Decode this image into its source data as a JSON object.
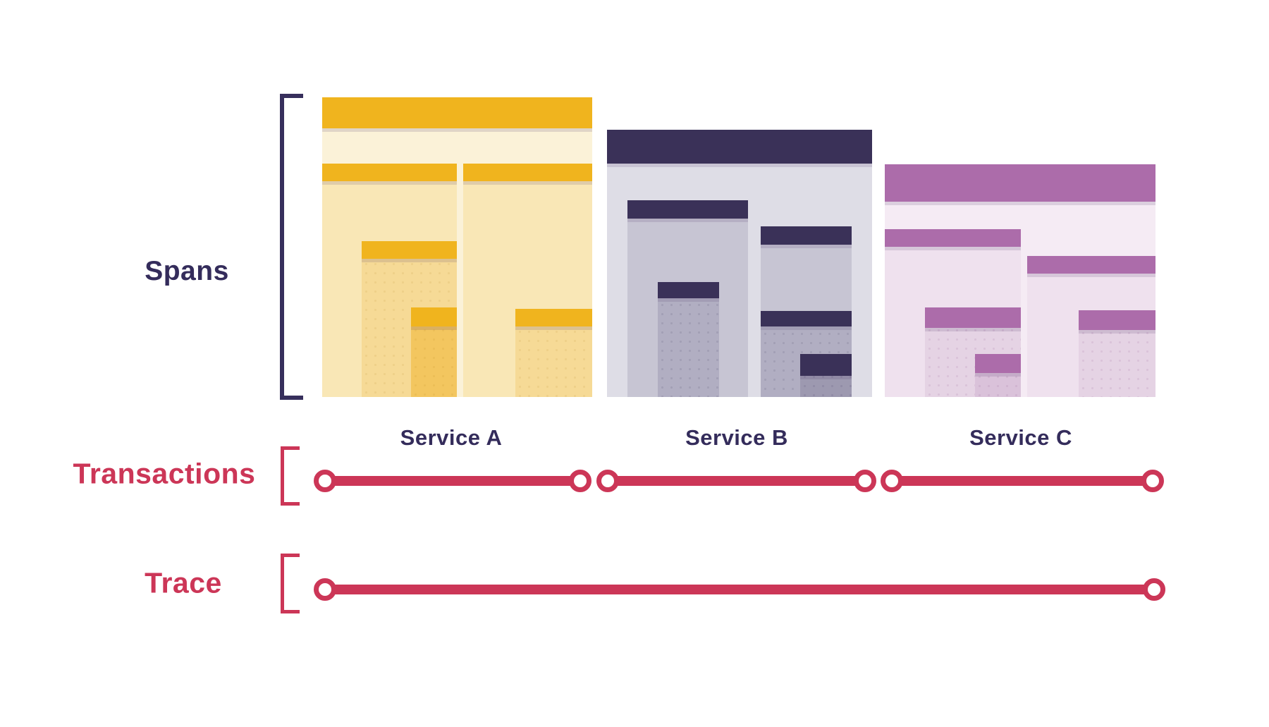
{
  "title": "Distributed tracing diagram: spans, transactions and trace across services",
  "labels": {
    "spans": "Spans",
    "transactions": "Transactions",
    "trace": "Trace"
  },
  "services": [
    {
      "name": "Service A",
      "palette": "gold",
      "bar_color": "#F0B41E",
      "span_count": 6
    },
    {
      "name": "Service B",
      "palette": "navy",
      "bar_color": "#3A3158",
      "span_count": 6
    },
    {
      "name": "Service C",
      "palette": "purple",
      "bar_color": "#AC6CAA",
      "span_count": 6
    }
  ],
  "colors": {
    "text_navy": "#342C5B",
    "accent_red": "#CC3657",
    "background": "#FFFFFF"
  },
  "transactions_row": {
    "count": 3,
    "style": "horizontal red line per service with hollow circle endpoints"
  },
  "trace_row": {
    "count": 1,
    "style": "single horizontal red line spanning all three services with hollow circle endpoints"
  }
}
